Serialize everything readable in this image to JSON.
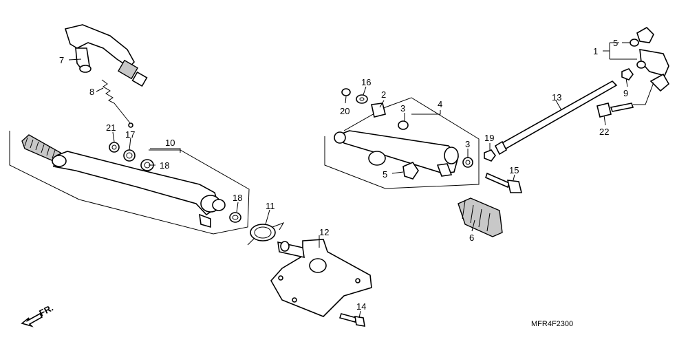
{
  "callouts": {
    "c1": "1",
    "c2": "2",
    "c3a": "3",
    "c3b": "3",
    "c4": "4",
    "c5a": "5",
    "c5b": "5",
    "c6": "6",
    "c7": "7",
    "c8": "8",
    "c9": "9",
    "c10": "10",
    "c11": "11",
    "c12": "12",
    "c13": "13",
    "c14": "14",
    "c15": "15",
    "c16": "16",
    "c17": "17",
    "c18a": "18",
    "c18b": "18",
    "c19": "19",
    "c20": "20",
    "c21": "21",
    "c22": "22"
  },
  "direction_label": "FR.",
  "diagram_code": "MFR4F2300"
}
